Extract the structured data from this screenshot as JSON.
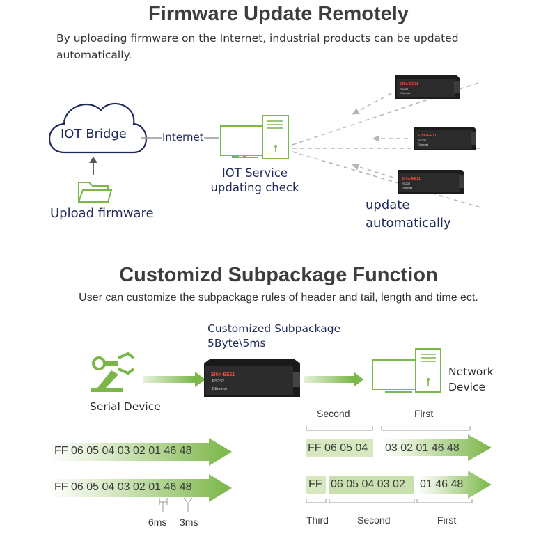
{
  "section1": {
    "title": "Firmware Update Remotely",
    "description": "By uploading firmware on the Internet, industrial products can be updated automatically.",
    "cloud_label": "IOT Bridge",
    "link_label": "Internet",
    "upload_label": "Upload firmware",
    "service_label": "IOT Service updating check",
    "update_label": "update automatically",
    "device_brand": "Elfin-EE11",
    "device_port_lines": [
      "RS232",
      "Ethernet"
    ]
  },
  "section2": {
    "title": "Customizd Subpackage Function",
    "description": "User can customize the subpackage rules of header and tail, length and time ect.",
    "subpackage_title": "Customized Subpackage",
    "subpackage_rule": "5Byte\\5ms",
    "serial_device_label": "Serial Device",
    "network_device_label": "Network Device",
    "left_rows": [
      "FF 06 05 04 03 02 01 46 48",
      "FF 06 05 04 03 02 01 46 48"
    ],
    "timing_labels": [
      "6ms",
      "3ms"
    ],
    "right_row1": {
      "segments": [
        "FF 06 05 04",
        "03 02 01 46 48"
      ],
      "labels": [
        "Second",
        "First"
      ]
    },
    "right_row2": {
      "segments": [
        "FF",
        "06 05 04 03 02",
        "01 46 48"
      ],
      "labels": [
        "Third",
        "Second",
        "First"
      ]
    }
  },
  "colors": {
    "accent_green": "#7ab648",
    "light_green": "#d5e8c0",
    "navy_text": "#1f2a5a",
    "dashed_gray": "#b5b5b5"
  }
}
